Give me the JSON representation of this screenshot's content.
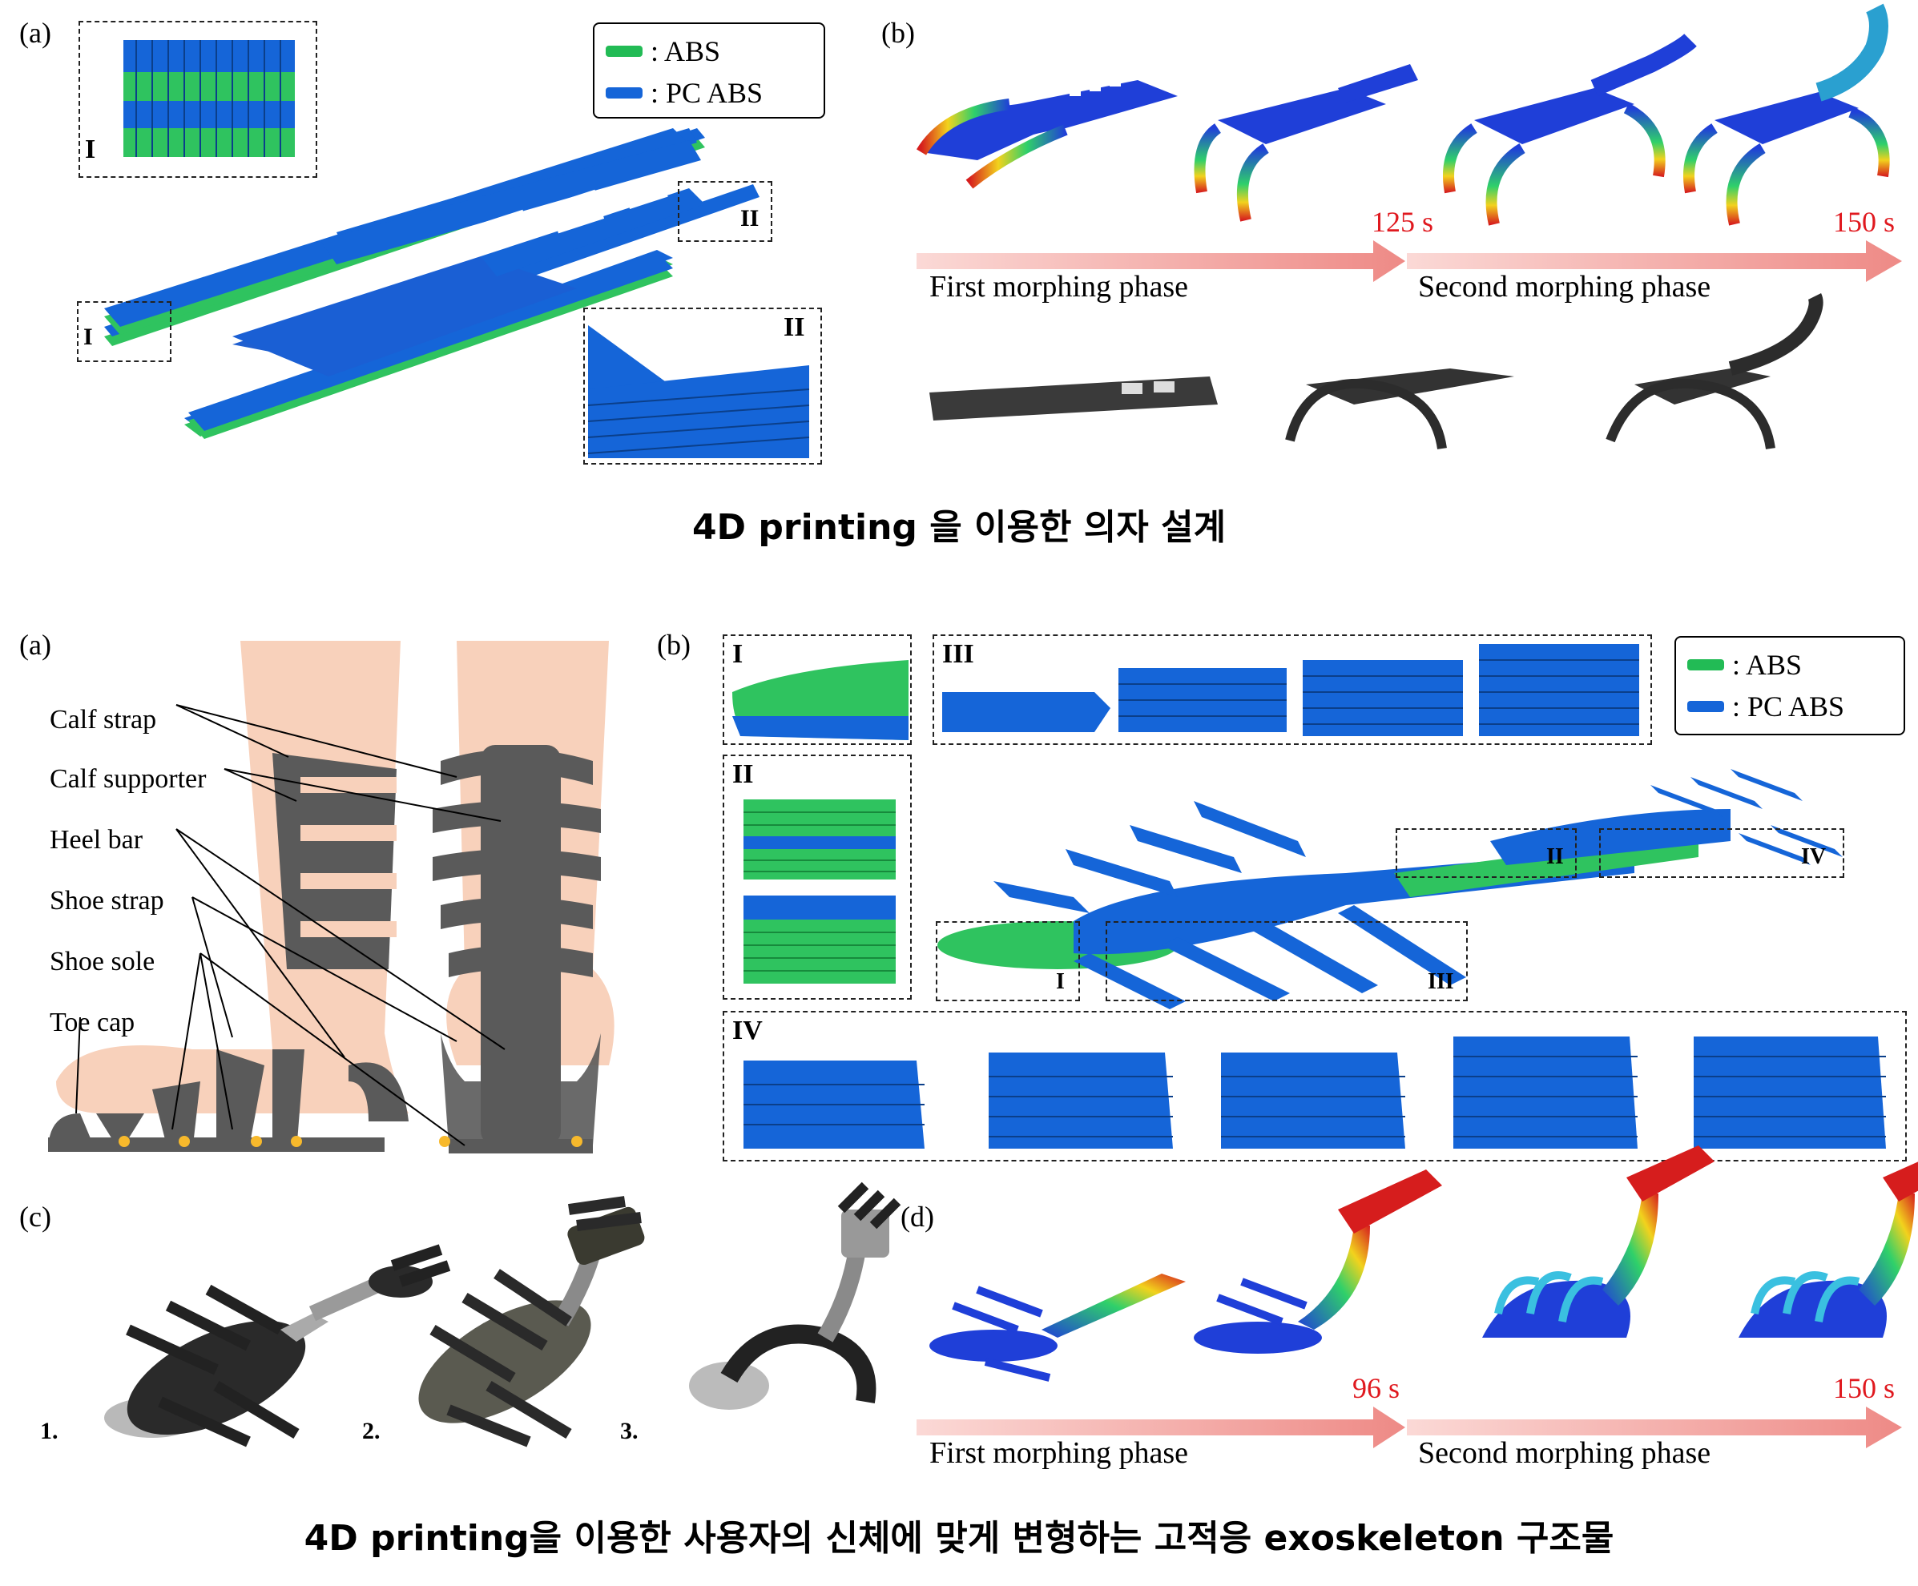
{
  "top": {
    "panel_a_label": "(a)",
    "panel_b_label": "(b)",
    "inset_I": "I",
    "inset_II": "II",
    "legend": [
      {
        "text": ": ABS",
        "color": "#22bb55"
      },
      {
        "text": ": PC ABS",
        "color": "#1565d8"
      }
    ],
    "phase1": "First morphing phase",
    "phase2": "Second morphing phase",
    "time1": "125 s",
    "time2": "150 s",
    "caption": "4D printing 을 이용한 의자 설계"
  },
  "bottom": {
    "panel_a_label": "(a)",
    "panel_b_label": "(b)",
    "panel_c_label": "(c)",
    "panel_d_label": "(d)",
    "leg_labels": [
      "Calf strap",
      "Calf supporter",
      "Heel bar",
      "Shoe strap",
      "Shoe sole",
      "Toe cap"
    ],
    "inset_I": "I",
    "inset_II": "II",
    "inset_III": "III",
    "inset_IV": "IV",
    "legend": [
      {
        "text": ": ABS",
        "color": "#22bb55"
      },
      {
        "text": ": PC ABS",
        "color": "#1565d8"
      }
    ],
    "photo_numbers": [
      "1.",
      "2.",
      "3."
    ],
    "phase1": "First morphing phase",
    "phase2": "Second morphing phase",
    "time1": "96 s",
    "time2": "150 s",
    "caption": "4D printing을 이용한 사용자의 신체에 맞게 변형하는 고적응 exoskeleton 구조물"
  }
}
